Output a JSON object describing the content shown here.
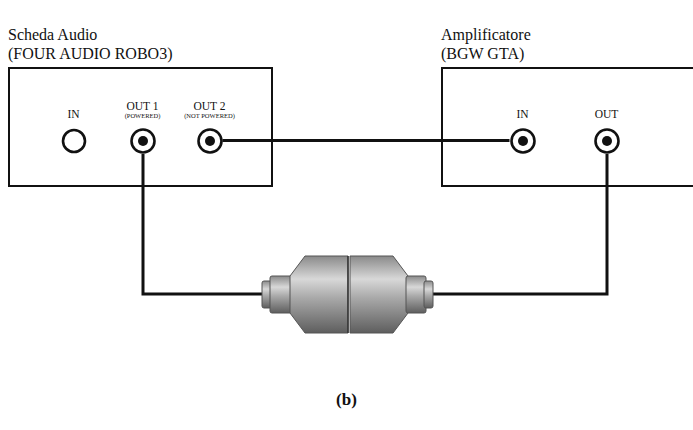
{
  "diagram": {
    "caption": "(b)",
    "nodes": [
      {
        "text": [
          "Scheda Audio",
          "(FOUR AUDIO ROBO3)"
        ]
      },
      {
        "text": [
          "IN"
        ],
        "in": 0
      },
      {
        "text": [
          "OUT 1",
          "(POWERED)"
        ],
        "in": 0
      },
      {
        "text": [
          "OUT 2",
          "(NOT POWERED)"
        ],
        "in": 0
      },
      {
        "text": [
          "Amplificatore",
          "(BGW GTA)"
        ]
      },
      {
        "text": [
          "IN"
        ],
        "in": 4
      },
      {
        "text": [
          "OUT"
        ],
        "in": 4
      }
    ],
    "edges": [
      {
        "from": 3,
        "to": 5,
        "arrow": "none"
      }
    ]
  }
}
